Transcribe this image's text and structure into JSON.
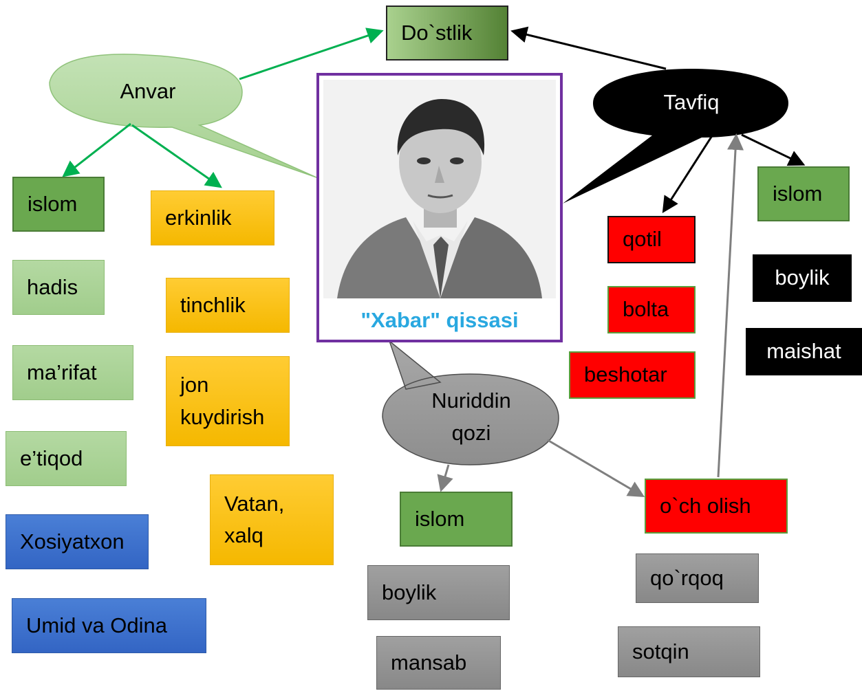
{
  "title_node": "Do`stlik",
  "caption": "\"Xabar\" qissasi",
  "characters": {
    "anvar": "Anvar",
    "tavfiq": "Tavfiq",
    "nuriddin": "Nuriddin\nqozi"
  },
  "anvar_traits": [
    "islom",
    "hadis",
    "ma’rifat",
    "e’tiqod",
    "Xosiyatxon",
    "Umid va Odina"
  ],
  "anvar_values": [
    "erkinlik",
    "tinchlik",
    "jon\nkuydirish",
    "Vatan,\nxalq"
  ],
  "tavfiq_red": [
    "qotil",
    "bolta",
    "beshotar"
  ],
  "tavfiq_right": [
    "islom",
    "boylik",
    "maishat"
  ],
  "nuriddin_items": [
    "islom",
    "boylik",
    "mansab"
  ],
  "revenge": [
    "o`ch olish",
    "qo`rqoq",
    "sotqin"
  ],
  "colors": {
    "green_arrow": "#00b050",
    "black_arrow": "#000000",
    "grey_arrow": "#7f7f7f",
    "portrait_border": "#7030a0",
    "caption": "#29a8e0"
  }
}
